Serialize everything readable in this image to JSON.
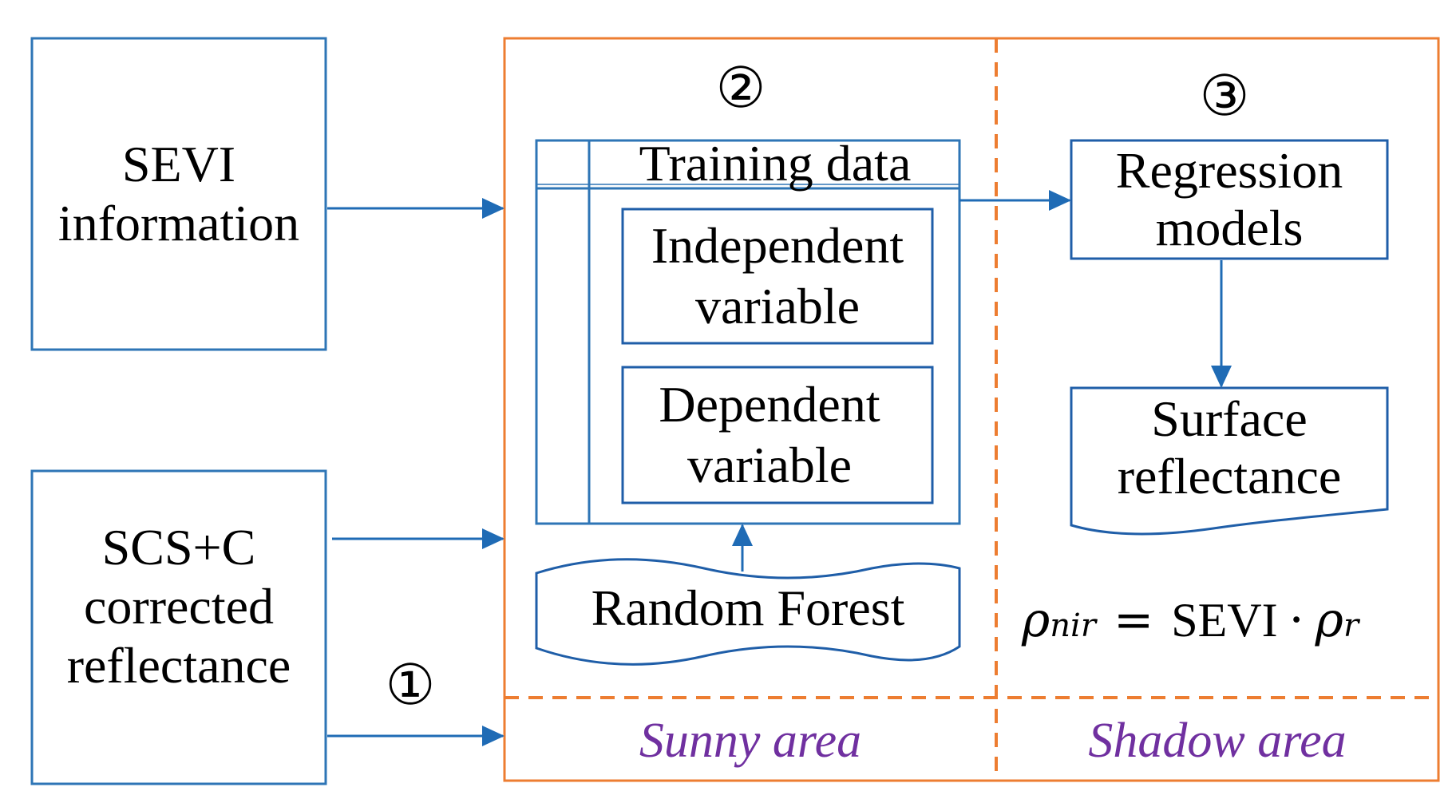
{
  "colors": {
    "box_border": "#2E75B6",
    "arrow": "#1F6BB5",
    "frame": "#ED7D31",
    "area_text": "#7030A0",
    "text": "#000000"
  },
  "inputs": {
    "sevi": {
      "line1": "SEVI",
      "line2": "information"
    },
    "scs": {
      "line1": "SCS+C",
      "line2": "corrected",
      "line3": "reflectance"
    }
  },
  "step_markers": {
    "one": "①",
    "two": "②",
    "three": "③"
  },
  "sunny": {
    "training_data": "Training data",
    "independent": {
      "line1": "Independent",
      "line2": "variable"
    },
    "dependent": {
      "line1": "Dependent",
      "line2": "variable"
    },
    "random_forest": "Random Forest",
    "area_label": "Sunny area"
  },
  "shadow": {
    "regression": {
      "line1": "Regression",
      "line2": "models"
    },
    "surface": {
      "line1": "Surface",
      "line2": "reflectance"
    },
    "formula": {
      "rho": "ρ",
      "nir_sub": "nir",
      "equals": "=",
      "sevi": "SEVI",
      "dot": "·",
      "r_sub": "r"
    },
    "area_label": "Shadow area"
  },
  "icons": [
    "arrow-right-icon",
    "arrow-up-icon",
    "arrow-down-icon"
  ]
}
